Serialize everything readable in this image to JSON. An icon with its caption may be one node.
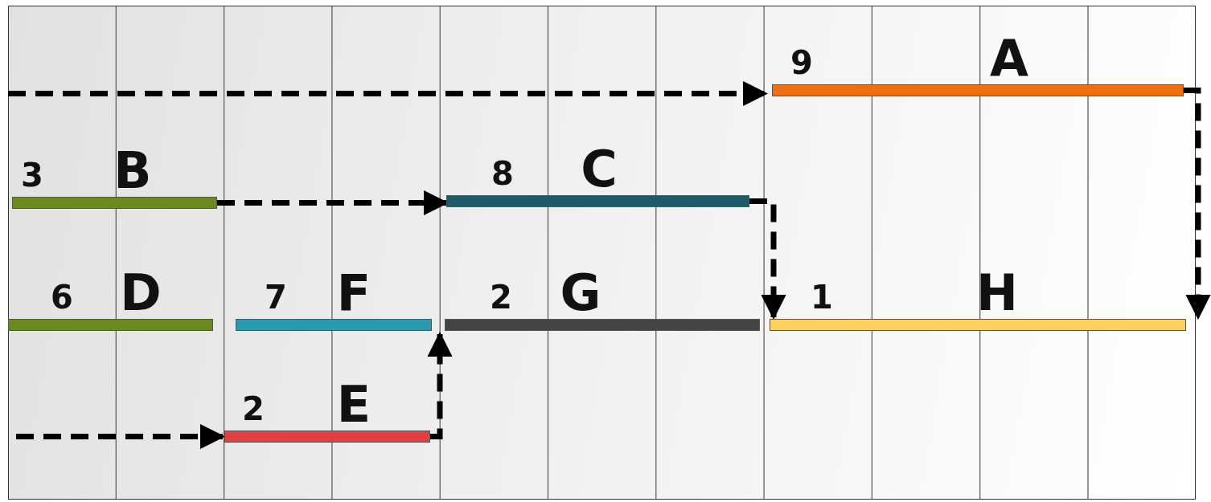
{
  "diagram": {
    "nodes": [
      {
        "text": [
          "A"
        ],
        "beside": [
          "9"
        ]
      },
      {
        "text": [
          "B"
        ],
        "beside": [
          "3"
        ]
      },
      {
        "text": [
          "C"
        ],
        "beside": [
          "8"
        ]
      },
      {
        "text": [
          "D"
        ],
        "beside": [
          "6"
        ]
      },
      {
        "text": [
          "F"
        ],
        "beside": [
          "7"
        ]
      },
      {
        "text": [
          "G"
        ],
        "beside": [
          "2"
        ]
      },
      {
        "text": [
          "H"
        ],
        "beside": [
          "1"
        ]
      },
      {
        "text": [
          "E"
        ],
        "beside": [
          "2"
        ]
      }
    ],
    "edges": [
      {
        "from": null,
        "to": 0,
        "arrow": "to",
        "style": "dashed"
      },
      {
        "from": 0,
        "to": 6,
        "arrow": "to",
        "style": "dashed"
      },
      {
        "from": 1,
        "to": 2,
        "arrow": "to",
        "style": "dashed"
      },
      {
        "from": 2,
        "to": 6,
        "arrow": "to",
        "style": "dashed"
      },
      {
        "from": null,
        "to": 7,
        "arrow": "to",
        "style": "dashed"
      },
      {
        "from": 7,
        "to": 5,
        "arrow": "to",
        "style": "dashed"
      }
    ]
  }
}
